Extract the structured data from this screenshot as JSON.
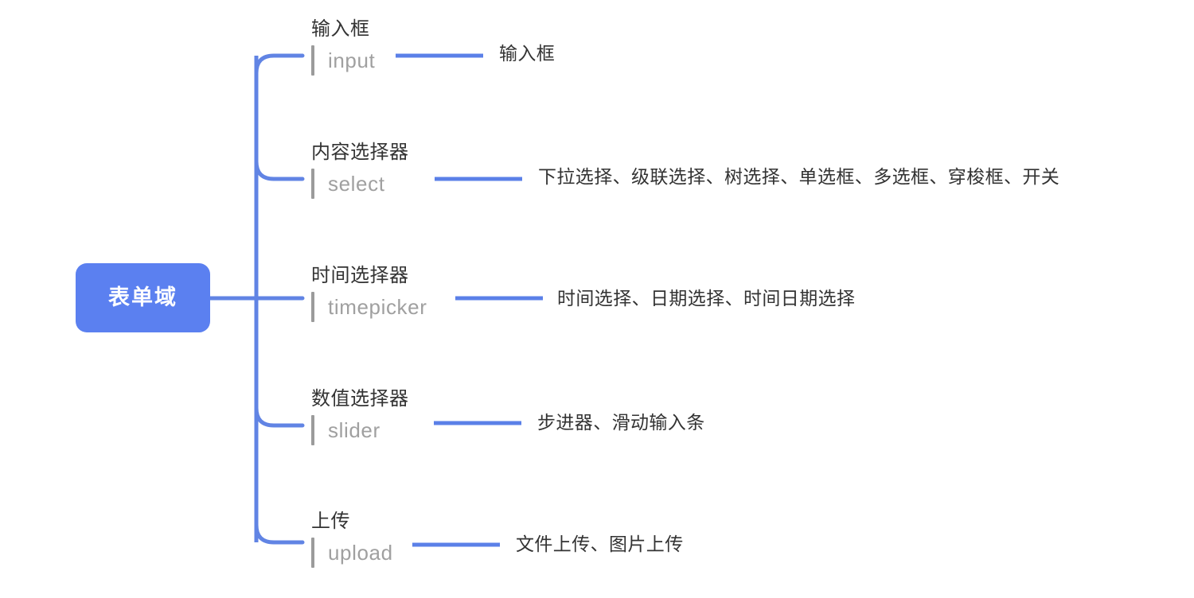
{
  "diagram": {
    "type": "mind-map",
    "orientation": "left-to-right",
    "colors": {
      "root_fill": "#5b80f0",
      "root_text": "#ffffff",
      "connector": "#6184e4",
      "branch_title": "#333333",
      "branch_subtitle": "#a0a0a0",
      "accent_bar": "#9b9b9b",
      "leaf_text": "#333333",
      "background": "#ffffff"
    },
    "root": {
      "label": "表单域"
    },
    "branches": [
      {
        "title": "输入框",
        "subtitle": "input",
        "leaf": "输入框"
      },
      {
        "title": "内容选择器",
        "subtitle": "select",
        "leaf": "下拉选择、级联选择、树选择、单选框、多选框、穿梭框、开关"
      },
      {
        "title": "时间选择器",
        "subtitle": "timepicker",
        "leaf": "时间选择、日期选择、时间日期选择"
      },
      {
        "title": "数值选择器",
        "subtitle": "slider",
        "leaf": "步进器、滑动输入条"
      },
      {
        "title": "上传",
        "subtitle": "upload",
        "leaf": "文件上传、图片上传"
      }
    ]
  }
}
